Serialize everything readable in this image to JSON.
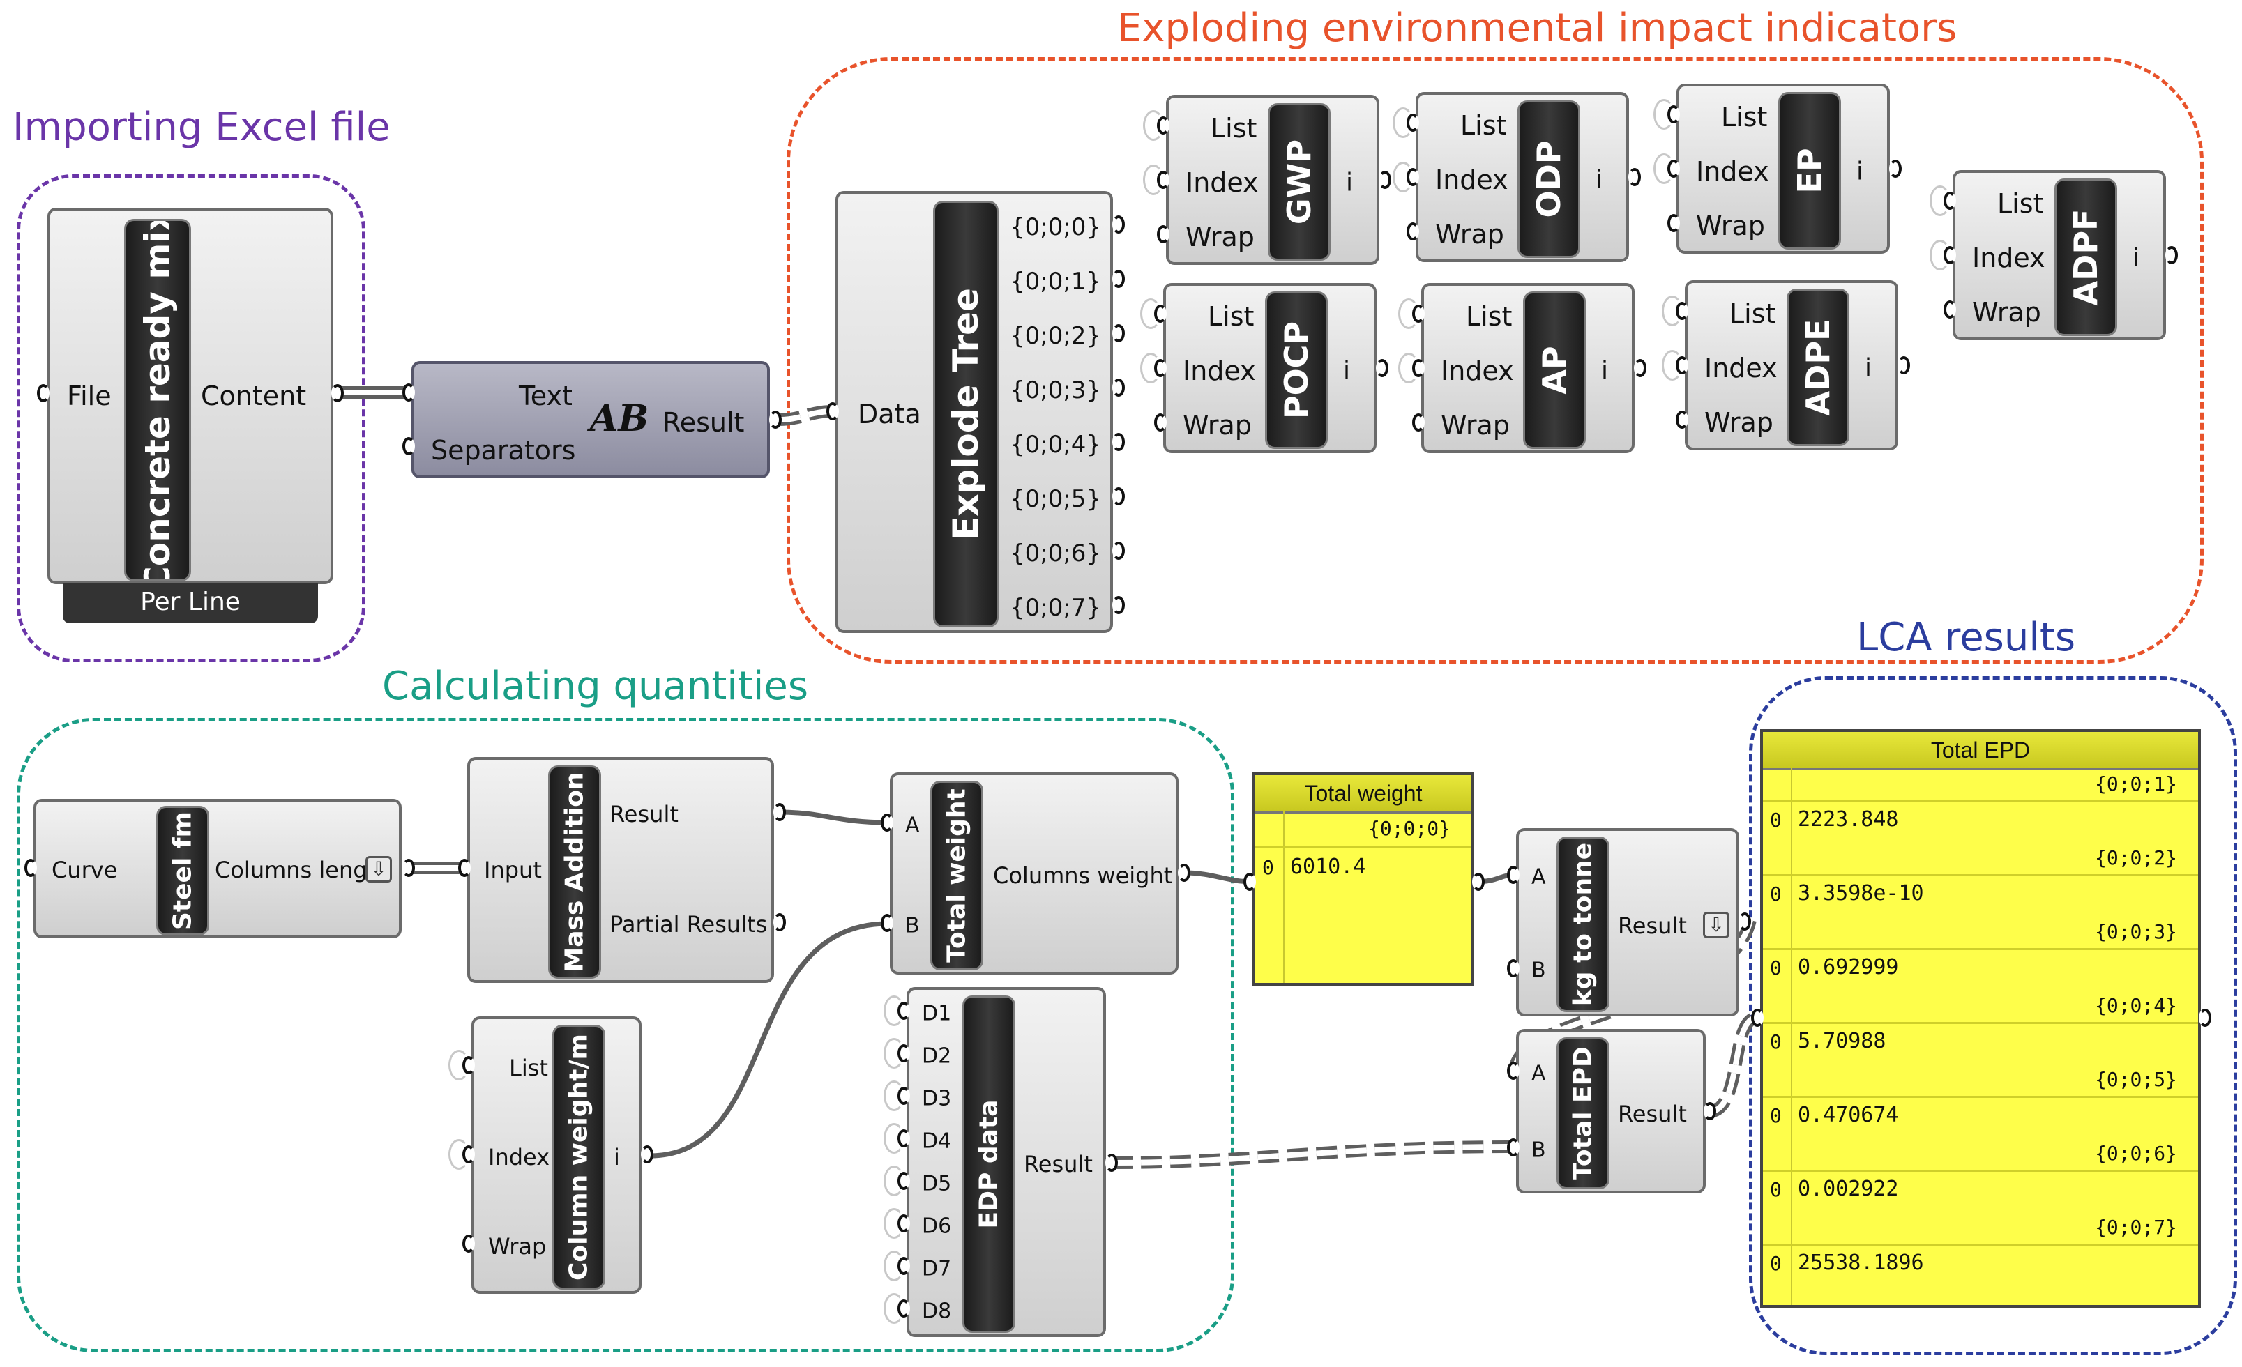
{
  "groups": {
    "import": "Importing Excel file",
    "explode": "Exploding environmental impact indicators",
    "quantities": "Calculating quantities",
    "lca": "LCA results"
  },
  "colors": {
    "purple": "#6a35a8",
    "red": "#e8532b",
    "teal": "#1a9e86",
    "blue": "#2b3d9e"
  },
  "excel": {
    "name": "Concrete ready mix",
    "input": "File",
    "output": "Content",
    "footer": "Per Line"
  },
  "split": {
    "in1": "Text",
    "in2": "Separators",
    "output": "Result",
    "icon": "AB"
  },
  "explode": {
    "name": "Explode Tree",
    "input": "Data",
    "outputs": [
      "{0;0;0}",
      "{0;0;1}",
      "{0;0;2}",
      "{0;0;3}",
      "{0;0;4}",
      "{0;0;5}",
      "{0;0;6}",
      "{0;0;7}"
    ]
  },
  "listitem_inputs": [
    "List",
    "Index",
    "Wrap"
  ],
  "listitem_output": "i",
  "indicators": [
    "GWP",
    "ODP",
    "EP",
    "ADPF",
    "POCP",
    "AP",
    "ADPE"
  ],
  "steel": {
    "name": "Steel fm",
    "input": "Curve",
    "output": "Columns length"
  },
  "mass": {
    "name": "Mass Addition",
    "input": "Input",
    "out1": "Result",
    "out2": "Partial Results"
  },
  "colweight": {
    "name": "Column weight/m"
  },
  "totalweight": {
    "name": "Total weight",
    "inA": "A",
    "inB": "B",
    "output": "Columns weight"
  },
  "edp": {
    "name": "EDP data",
    "inputs": [
      "D1",
      "D2",
      "D3",
      "D4",
      "D5",
      "D6",
      "D7",
      "D8"
    ],
    "output": "Result"
  },
  "panel_weight": {
    "title": "Total weight",
    "path": "{0;0;0}",
    "index": "0",
    "value": "6010.4"
  },
  "kgtonne": {
    "name": "kg to tonne",
    "inA": "A",
    "inB": "B",
    "output": "Result"
  },
  "totalepd": {
    "name": "Total EPD",
    "inA": "A",
    "inB": "B",
    "output": "Result"
  },
  "panel_epd": {
    "title": "Total EPD",
    "rows": [
      {
        "path": "{0;0;1}",
        "index": "0",
        "value": "2223.848"
      },
      {
        "path": "{0;0;2}",
        "index": "0",
        "value": "3.3598e-10"
      },
      {
        "path": "{0;0;3}",
        "index": "0",
        "value": "0.692999"
      },
      {
        "path": "{0;0;4}",
        "index": "0",
        "value": "5.70988"
      },
      {
        "path": "{0;0;5}",
        "index": "0",
        "value": "0.470674"
      },
      {
        "path": "{0;0;6}",
        "index": "0",
        "value": "0.002922"
      },
      {
        "path": "{0;0;7}",
        "index": "0",
        "value": "25538.1896"
      }
    ]
  }
}
